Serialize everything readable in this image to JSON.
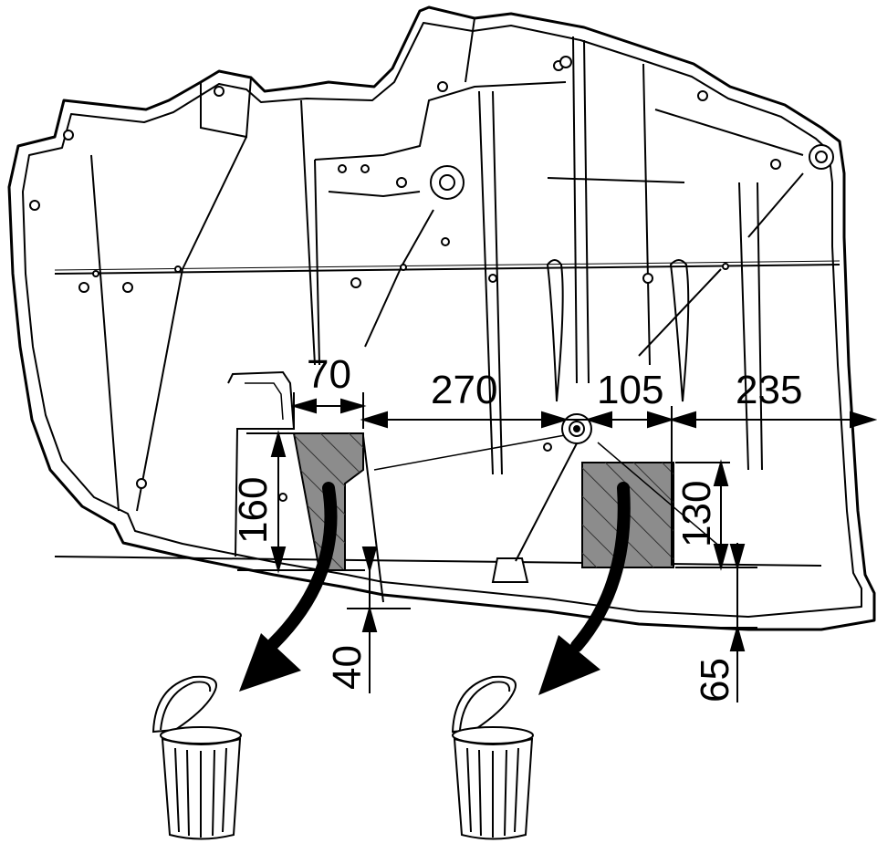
{
  "dimensions": {
    "d70": "70",
    "d270": "270",
    "d105": "105",
    "d235": "235",
    "d160": "160",
    "d40": "40",
    "d130": "130",
    "d65": "65"
  },
  "colors": {
    "line": "#000000",
    "cutout_fill": "#8c8c8c",
    "hatch": "#333333",
    "panel_fill": "#ffffff"
  },
  "icons": [
    "left-cutout-region",
    "right-cutout-region",
    "discard-arrow-icon",
    "trash-can-icon"
  ]
}
